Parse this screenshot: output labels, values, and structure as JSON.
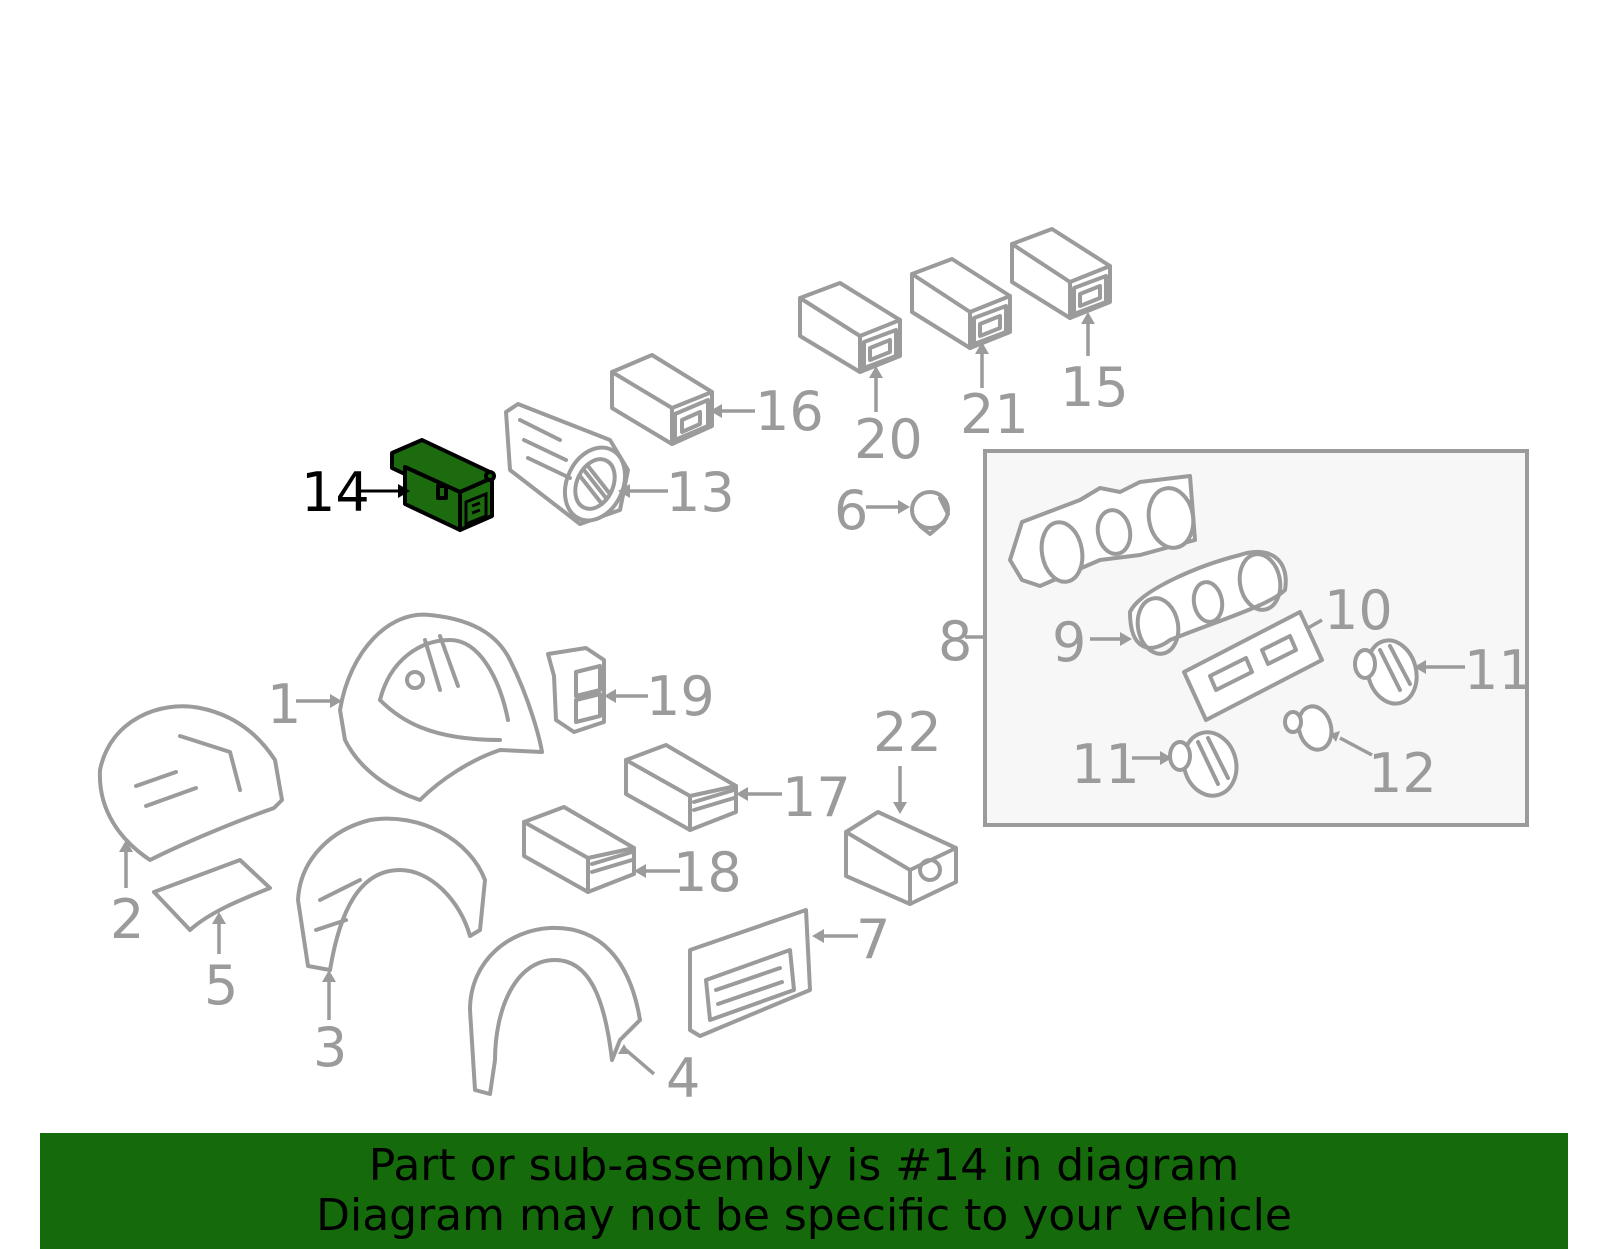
{
  "diagram": {
    "highlighted_part": "14",
    "callouts": [
      {
        "id": "1",
        "label": "1"
      },
      {
        "id": "2",
        "label": "2"
      },
      {
        "id": "3",
        "label": "3"
      },
      {
        "id": "4",
        "label": "4"
      },
      {
        "id": "5",
        "label": "5"
      },
      {
        "id": "6",
        "label": "6"
      },
      {
        "id": "7",
        "label": "7"
      },
      {
        "id": "8",
        "label": "8"
      },
      {
        "id": "9",
        "label": "9"
      },
      {
        "id": "10",
        "label": "10"
      },
      {
        "id": "11a",
        "label": "11"
      },
      {
        "id": "11b",
        "label": "11"
      },
      {
        "id": "12",
        "label": "12"
      },
      {
        "id": "13",
        "label": "13"
      },
      {
        "id": "14",
        "label": "14"
      },
      {
        "id": "15",
        "label": "15"
      },
      {
        "id": "16",
        "label": "16"
      },
      {
        "id": "17",
        "label": "17"
      },
      {
        "id": "18",
        "label": "18"
      },
      {
        "id": "19",
        "label": "19"
      },
      {
        "id": "20",
        "label": "20"
      },
      {
        "id": "21",
        "label": "21"
      },
      {
        "id": "22",
        "label": "22"
      }
    ],
    "colors": {
      "part_outline": "#9b9b9b",
      "highlight_fill": "#1c6b0f",
      "banner_bg": "#156a0b",
      "inset_bg": "#f7f7f7"
    }
  },
  "banner": {
    "line1": "Part or sub-assembly is #14 in diagram",
    "line2": "Diagram may not be specific to your vehicle"
  }
}
